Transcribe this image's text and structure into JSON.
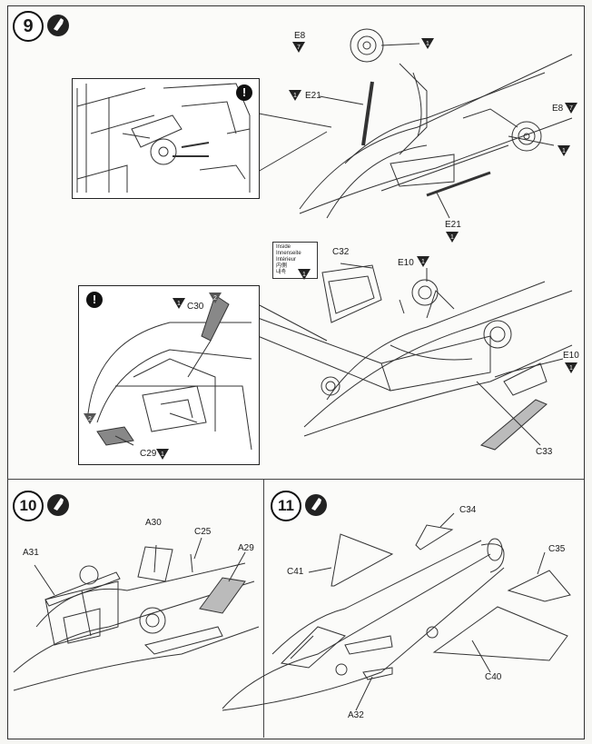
{
  "steps": [
    {
      "number": "9"
    },
    {
      "number": "10"
    },
    {
      "number": "11"
    }
  ],
  "labels": {
    "e8_top": "E8",
    "e8_top_badge": "7",
    "e21_top": "E21",
    "e21_top_badge": "1",
    "e8_right": "E8",
    "e8_right_badge": "7",
    "e21_bottom": "E21",
    "c32": "C32",
    "e10_top": "E10",
    "e10_right": "E10",
    "c30": "C30",
    "c29": "C29",
    "c33": "C33",
    "a30": "A30",
    "c25": "C25",
    "a31": "A31",
    "a29": "A29",
    "c34": "C34",
    "c35": "C35",
    "c41": "C41",
    "c40": "C40",
    "a32": "A32"
  },
  "inside_note": [
    "Inside",
    "Innenseite",
    "Intérieur",
    "内側",
    "내측"
  ],
  "badges": {
    "one": "1",
    "two": "2",
    "seven": "7"
  },
  "warning_symbol": "!",
  "icons": {
    "glue": "glue-bottle-icon",
    "warning": "exclamation-icon",
    "part_badge": "triangle-badge-icon"
  }
}
